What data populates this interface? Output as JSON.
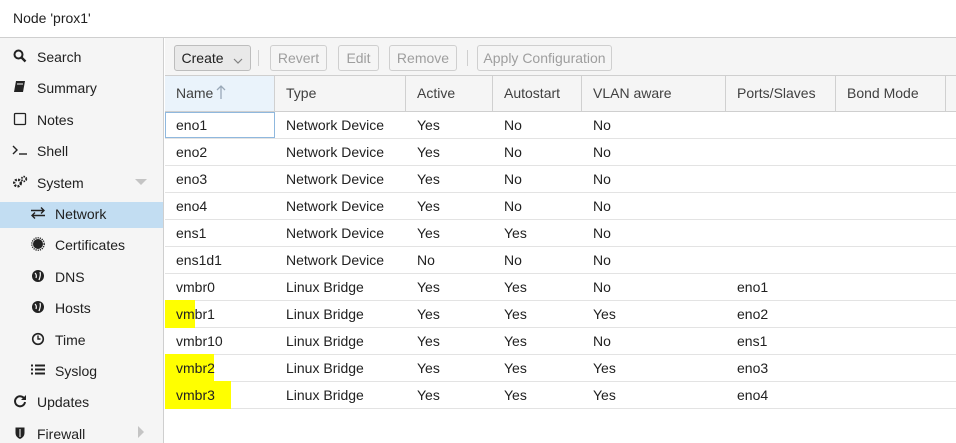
{
  "title": "Node 'prox1'",
  "sidebar": {
    "items": [
      {
        "label": "Search",
        "icon": "search-icon"
      },
      {
        "label": "Summary",
        "icon": "book-icon"
      },
      {
        "label": "Notes",
        "icon": "notes-icon"
      },
      {
        "label": "Shell",
        "icon": "terminal-icon"
      },
      {
        "label": "System",
        "icon": "gears-icon"
      },
      {
        "label": "Network",
        "icon": "exchange-icon"
      },
      {
        "label": "Certificates",
        "icon": "certificate-icon"
      },
      {
        "label": "DNS",
        "icon": "globe-icon"
      },
      {
        "label": "Hosts",
        "icon": "globe-icon"
      },
      {
        "label": "Time",
        "icon": "clock-icon"
      },
      {
        "label": "Syslog",
        "icon": "list-icon"
      },
      {
        "label": "Updates",
        "icon": "refresh-icon"
      },
      {
        "label": "Firewall",
        "icon": "shield-icon"
      }
    ],
    "selected": "Network"
  },
  "toolbar": {
    "create": "Create",
    "revert": "Revert",
    "edit": "Edit",
    "remove": "Remove",
    "apply": "Apply Configuration"
  },
  "grid": {
    "columns": [
      "Name",
      "Type",
      "Active",
      "Autostart",
      "VLAN aware",
      "Ports/Slaves",
      "Bond Mode"
    ],
    "rows": [
      [
        "eno1",
        "Network Device",
        "Yes",
        "No",
        "No",
        "",
        ""
      ],
      [
        "eno2",
        "Network Device",
        "Yes",
        "No",
        "No",
        "",
        ""
      ],
      [
        "eno3",
        "Network Device",
        "Yes",
        "No",
        "No",
        "",
        ""
      ],
      [
        "eno4",
        "Network Device",
        "Yes",
        "No",
        "No",
        "",
        ""
      ],
      [
        "ens1",
        "Network Device",
        "Yes",
        "Yes",
        "No",
        "",
        ""
      ],
      [
        "ens1d1",
        "Network Device",
        "No",
        "No",
        "No",
        "",
        ""
      ],
      [
        "vmbr0",
        "Linux Bridge",
        "Yes",
        "Yes",
        "No",
        "eno1",
        ""
      ],
      [
        "vmbr1",
        "Linux Bridge",
        "Yes",
        "Yes",
        "Yes",
        "eno2",
        ""
      ],
      [
        "vmbr10",
        "Linux Bridge",
        "Yes",
        "Yes",
        "No",
        "ens1",
        ""
      ],
      [
        "vmbr2",
        "Linux Bridge",
        "Yes",
        "Yes",
        "Yes",
        "eno3",
        ""
      ],
      [
        "vmbr3",
        "Linux Bridge",
        "Yes",
        "Yes",
        "Yes",
        "eno4",
        ""
      ]
    ],
    "highlighted_rows": [
      "vmbr1",
      "vmbr2",
      "vmbr3"
    ],
    "highlight_color": "#ffff00",
    "selection_color": "#c2ddf2"
  }
}
